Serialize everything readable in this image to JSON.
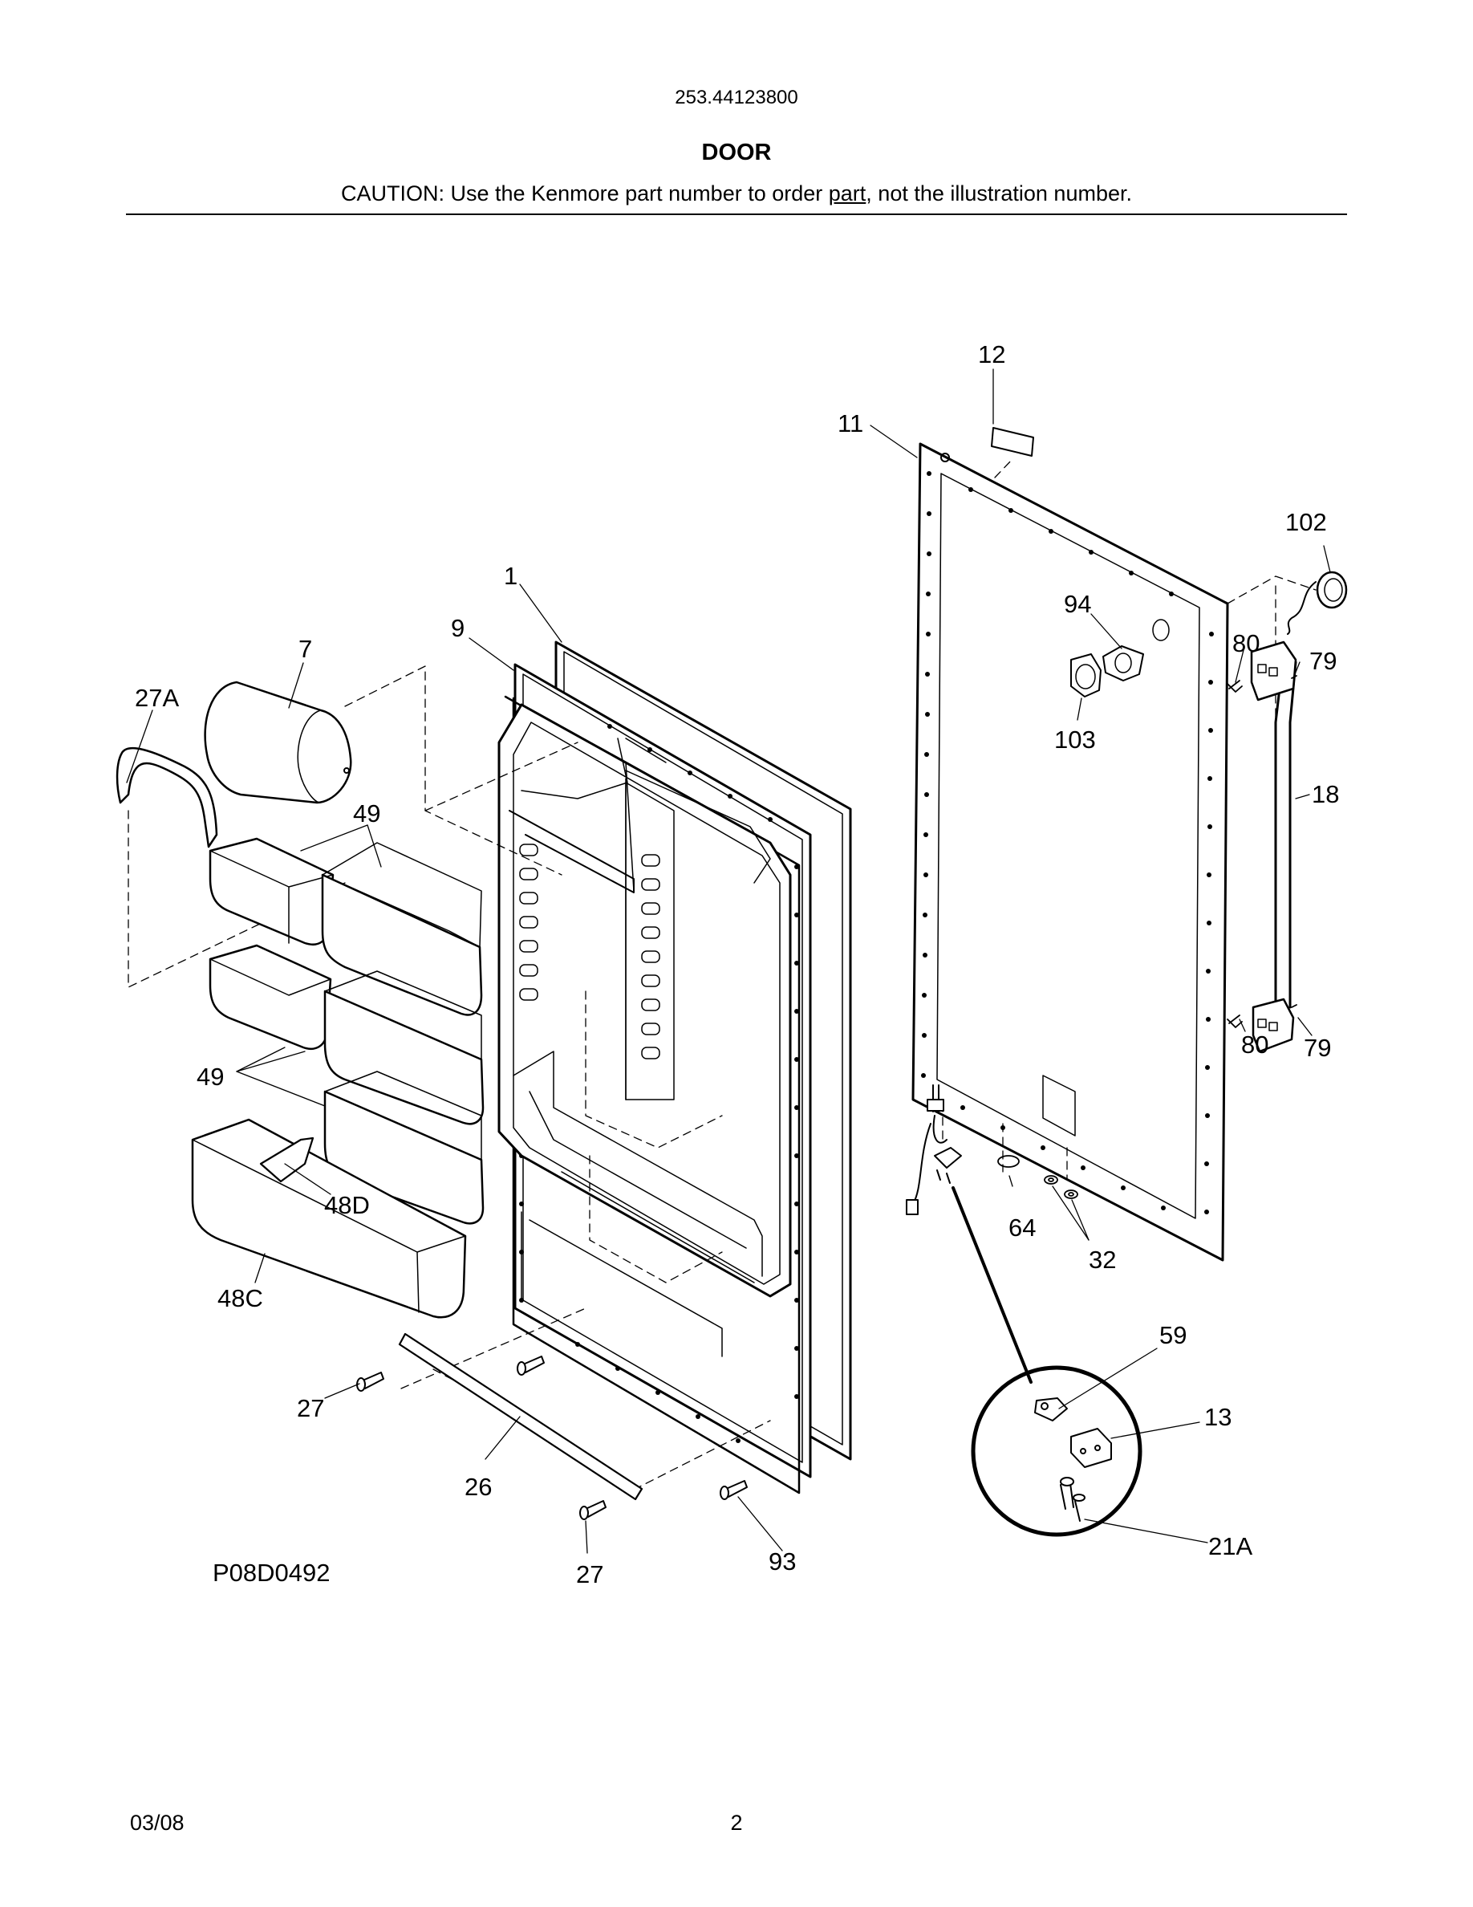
{
  "header": {
    "model_number": "253.44123800",
    "section_title": "DOOR",
    "caution_prefix": "CAUTION: Use the Kenmore part number to order ",
    "caution_underlined": "part",
    "caution_suffix": ", not the illustration number."
  },
  "diagram": {
    "drawing_code": "P08D0492",
    "callouts": {
      "c12": "12",
      "c11": "11",
      "c102": "102",
      "c1": "1",
      "c94": "94",
      "c9": "9",
      "c7": "7",
      "c80a": "80",
      "c79a": "79",
      "c27a_label": "27A",
      "c103": "103",
      "c18": "18",
      "c49a": "49",
      "c49b": "49",
      "c80b": "80",
      "c79b": "79",
      "c48d": "48D",
      "c64": "64",
      "c32": "32",
      "c48c": "48C",
      "c59": "59",
      "c27a": "27",
      "c13": "13",
      "c26": "26",
      "c21a": "21A",
      "c93": "93",
      "c27b": "27"
    }
  },
  "footer": {
    "date": "03/08",
    "page_number": "2"
  }
}
